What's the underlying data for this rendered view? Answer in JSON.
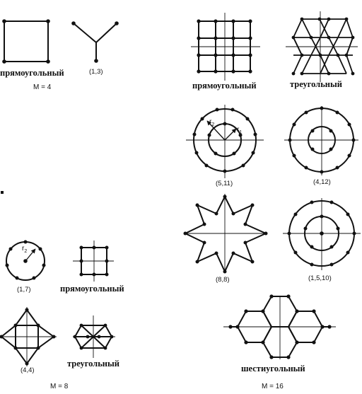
{
  "captions": {
    "rect_m4": "прямоугольный",
    "y_m4": "(1,3)",
    "m4": "M = 4",
    "rect16": "прямоугольный",
    "tri16": "треугольный",
    "c511": "(5,11)",
    "c412": "(4,12)",
    "star88": "(8,8)",
    "c1510": "(1,5,10)",
    "hex16": "шестиугольный",
    "m16": "M = 16",
    "c17": "(1,7)",
    "rect8": "прямоугольный",
    "c44": "(4,4)",
    "tri8": "треугольный",
    "m8": "M = 8"
  },
  "radius_labels": {
    "r1": "r",
    "r1_sub": "1",
    "r2a": "r",
    "r2a_sub": "2",
    "r2b": "r",
    "r2b_sub": "2"
  },
  "colors": {
    "ink": "#111111",
    "background": "#ffffff"
  }
}
